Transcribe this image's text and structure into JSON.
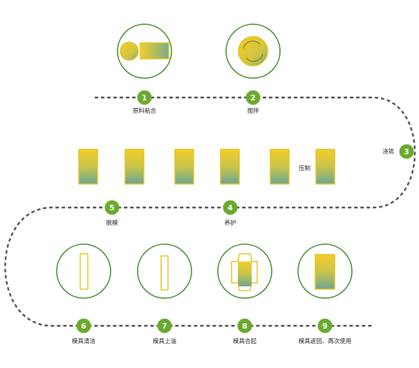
{
  "colors": {
    "accent_green": "#6aab2e",
    "circle_outline": "#3f8a2a",
    "path": "#4d4d4d",
    "yellow": "#f2cd2a",
    "teal": "#6aa794",
    "mold_outline": "#e5c21f"
  },
  "steps": [
    {
      "number": "1",
      "label": "原料粘合",
      "icon": "mix-ingredients-icon"
    },
    {
      "number": "2",
      "label": "搅拌",
      "icon": "stir-icon"
    },
    {
      "number": "3",
      "label": "浇筑",
      "icon": null
    },
    {
      "number": "4",
      "label": "养护",
      "icon": null
    },
    {
      "number": "5",
      "label": "脱模",
      "icon": null
    },
    {
      "number": "6",
      "label": "模具清洁",
      "icon": "empty-mold-icon"
    },
    {
      "number": "7",
      "label": "模具上油",
      "icon": "oiled-mold-icon"
    },
    {
      "number": "8",
      "label": "模具合起",
      "icon": "closing-mold-icon"
    },
    {
      "number": "9",
      "label": "模具返回、再次使用",
      "icon": "reused-mold-icon"
    }
  ],
  "press": {
    "label": "压制",
    "block_count": 6
  }
}
